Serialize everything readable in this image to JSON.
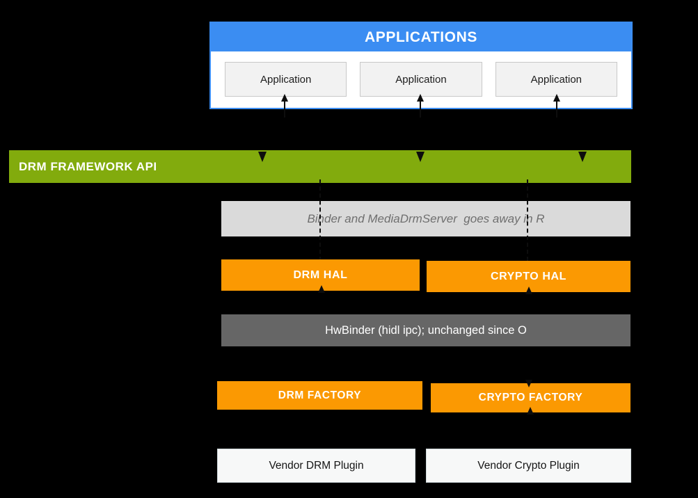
{
  "colors": {
    "background": "#000000",
    "blue": "#3B8DF2",
    "green": "#82AB0D",
    "orange": "#FB9902",
    "note_bg": "#DADADA",
    "note_text": "#6F6F6F",
    "hwbinder_bg": "#666666",
    "app_box_bg": "#F2F2F2",
    "app_box_border": "#C8C8C8",
    "vendor_box_bg": "#F7F8F8",
    "vendor_box_border": "#CFD8DC",
    "arrow": "#0D0D0D"
  },
  "applications": {
    "header": "APPLICATIONS",
    "items": [
      "Application",
      "Application",
      "Application"
    ]
  },
  "framework_api": {
    "label": "DRM FRAMEWORK API"
  },
  "binder_note": {
    "label": "Binder and MediaDrmServer  goes away in R"
  },
  "hal_layer": {
    "drm_hal": "DRM HAL",
    "crypto_hal": "CRYPTO HAL"
  },
  "hwbinder": {
    "label": "HwBinder (hidl ipc); unchanged since O"
  },
  "factory_layer": {
    "drm_factory": "DRM FACTORY",
    "crypto_factory": "CRYPTO FACTORY"
  },
  "vendor_layer": {
    "drm_plugin": "Vendor DRM Plugin",
    "crypto_plugin": "Vendor Crypto Plugin"
  }
}
